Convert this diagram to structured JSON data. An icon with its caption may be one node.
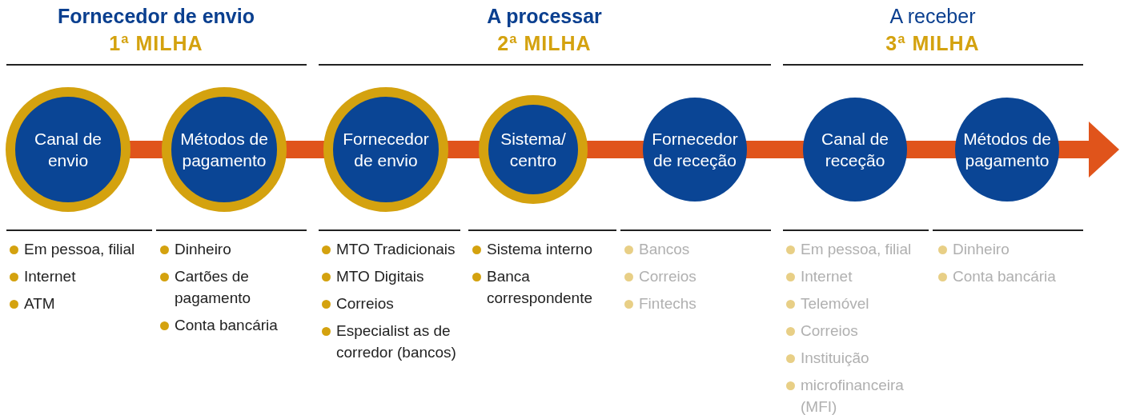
{
  "diagram": {
    "nodes": [
      {
        "text": [
          "Canal de envio"
        ]
      },
      {
        "text": [
          "Métodos de pagamento"
        ]
      },
      {
        "text": [
          "Fornecedor de envio"
        ]
      },
      {
        "text": [
          "Sistema/ centro"
        ]
      },
      {
        "text": [
          "Fornecedor de receção"
        ]
      },
      {
        "text": [
          "Canal de receção"
        ]
      },
      {
        "text": [
          "Métodos de pagamento"
        ]
      }
    ],
    "edges": [
      {
        "from": 0,
        "to": 1,
        "arrow": "none"
      },
      {
        "from": 1,
        "to": 2,
        "arrow": "none"
      },
      {
        "from": 2,
        "to": 3,
        "arrow": "none"
      },
      {
        "from": 3,
        "to": 4,
        "arrow": "none"
      },
      {
        "from": 4,
        "to": 5,
        "arrow": "none"
      },
      {
        "from": 5,
        "to": 6,
        "arrow": "none"
      },
      {
        "from": 6,
        "to": null,
        "arrow": "to"
      }
    ],
    "labels": [
      "Fornecedor de envio",
      "1ª MILHA",
      "A processar",
      "2ª MILHA",
      "A receber",
      "3ª MILHA",
      "Em pessoa, filial",
      "Internet",
      "ATM",
      "Dinheiro",
      "Cartões de pagamento",
      "Conta bancária",
      "MTO Tradicionais",
      "MTO Digitais",
      "Correios",
      "Especialist as de corredor (bancos)",
      "Sistema interno",
      "Banca correspondente",
      "Bancos",
      "Correios",
      "Fintechs",
      "Em pessoa, filial",
      "Internet",
      "Telemóvel",
      "Correios",
      "Instituição",
      "microfinanceira (MFI)",
      "Dinheiro",
      "Conta bancária"
    ]
  }
}
